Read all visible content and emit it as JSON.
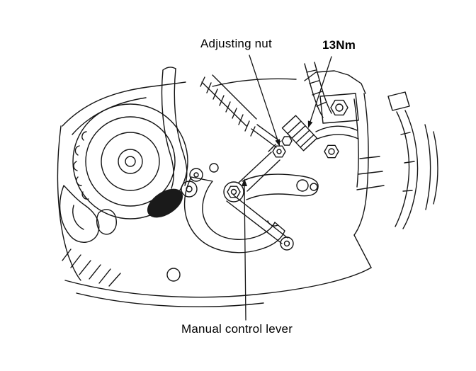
{
  "figure": {
    "background": "#ffffff",
    "line_color": "#141414",
    "labels": {
      "adjusting_nut": "Adjusting nut",
      "torque": "13Nm",
      "manual_control_lever": "Manual control lever"
    }
  }
}
